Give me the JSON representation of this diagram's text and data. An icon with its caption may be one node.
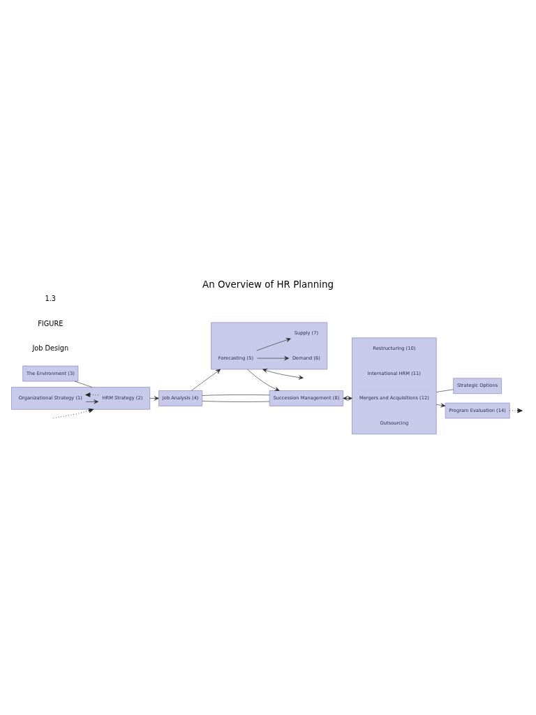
{
  "diagram": {
    "title": "An Overview of HR Planning",
    "nodes": [
      {
        "text": [
          "The Environment (3)"
        ]
      },
      {
        "text": [],
        "shape": "box"
      },
      {
        "text": [
          "Organizational Strategy (1)"
        ],
        "in": 1
      },
      {
        "text": [
          "HRM Strategy (2)"
        ],
        "in": 1
      },
      {
        "text": [
          "Job Analysis (4)"
        ]
      },
      {
        "text": [],
        "shape": "box"
      },
      {
        "text": [
          "Demand (6)"
        ],
        "in": 5
      },
      {
        "text": [
          "Forecasting (5)"
        ],
        "in": 5
      },
      {
        "text": [
          "Supply (7)"
        ],
        "in": 5
      },
      {
        "text": [
          "Succession Management (8)"
        ]
      },
      {
        "text": [
          "Strategic Options"
        ]
      },
      {
        "text": [],
        "shape": "box"
      },
      {
        "text": [
          "Restructuring (10)"
        ],
        "in": 11
      },
      {
        "text": [
          "International HRM (11)"
        ],
        "in": 11
      },
      {
        "text": [
          "Mergers and Acquisitions (12)"
        ],
        "in": 11
      },
      {
        "text": [
          "Outsourcing"
        ],
        "in": 11
      },
      {
        "text": [
          "Program Evaluation (14)"
        ]
      }
    ],
    "edges": [
      {
        "from": 0,
        "to": 1,
        "arrow": "none"
      },
      {
        "from": 2,
        "to": 3,
        "arrow": "to"
      },
      {
        "from": 3,
        "to": 2,
        "arrow": "to",
        "style": "dashed"
      },
      {
        "from": null,
        "to": 1,
        "arrow": "to",
        "style": "dashed"
      },
      {
        "from": 1,
        "to": 4,
        "arrow": "to"
      },
      {
        "from": 4,
        "to": 5,
        "arrow": "to"
      },
      {
        "from": 7,
        "to": 6,
        "arrow": "to"
      },
      {
        "from": 7,
        "to": 8,
        "arrow": "to"
      },
      {
        "from": 5,
        "to": 9,
        "arrow": "to"
      },
      {
        "from": 4,
        "to": 9,
        "arrow": "none"
      },
      {
        "from": 4,
        "to": 9,
        "arrow": "none"
      },
      {
        "from": 5,
        "to": null,
        "arrow": "both"
      },
      {
        "from": 9,
        "to": 11,
        "arrow": "both"
      },
      {
        "from": 11,
        "to": 10,
        "arrow": "none"
      },
      {
        "from": 11,
        "to": 16,
        "arrow": "to"
      },
      {
        "from": 16,
        "to": null,
        "arrow": "to",
        "style": "dashed"
      }
    ],
    "labels": [
      "Job Design",
      "FIGURE",
      "1.3"
    ]
  }
}
